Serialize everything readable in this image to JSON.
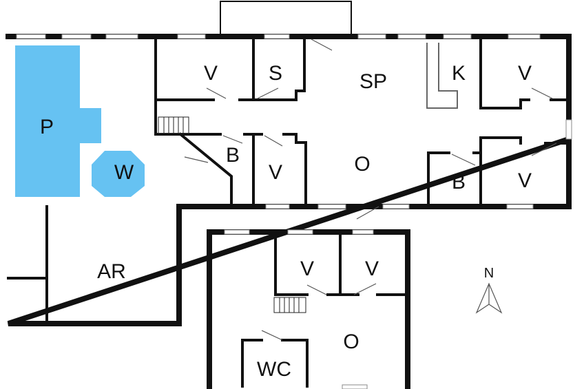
{
  "plan": {
    "rooms": [
      {
        "id": "pool",
        "label": "P"
      },
      {
        "id": "whirlpool",
        "label": "W"
      },
      {
        "id": "bedroom-1",
        "label": "V"
      },
      {
        "id": "sauna",
        "label": "S"
      },
      {
        "id": "living",
        "label": "SP"
      },
      {
        "id": "kitchen",
        "label": "K"
      },
      {
        "id": "bedroom-2",
        "label": "V"
      },
      {
        "id": "bath-1",
        "label": "B"
      },
      {
        "id": "bedroom-3",
        "label": "V"
      },
      {
        "id": "lounge-1",
        "label": "O"
      },
      {
        "id": "bath-2",
        "label": "B"
      },
      {
        "id": "bedroom-4",
        "label": "V"
      },
      {
        "id": "activity",
        "label": "AR"
      },
      {
        "id": "bedroom-5",
        "label": "V"
      },
      {
        "id": "bedroom-6",
        "label": "V"
      },
      {
        "id": "lounge-2",
        "label": "O"
      },
      {
        "id": "toilet",
        "label": "WC"
      }
    ],
    "compass": {
      "label": "N"
    },
    "colors": {
      "pool": "#66c2f2",
      "wall": "#111111",
      "background": "#ffffff"
    }
  }
}
